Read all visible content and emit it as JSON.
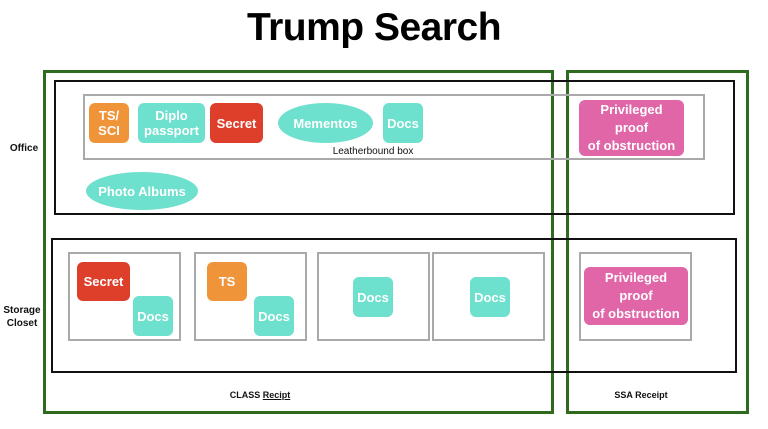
{
  "title": "Trump Search",
  "rows": {
    "office": "Office",
    "storage_closet": "Storage\nCloset"
  },
  "colors": {
    "green_border": "#2f6b1e",
    "orange": "#f0943a",
    "teal": "#6ee0ce",
    "red": "#dd3f2b",
    "pink": "#e066a8",
    "grey_border": "#a9a9a9"
  },
  "office": {
    "leatherbound_box_label": "Leatherbound box",
    "items": {
      "ts_sci": "TS/\nSCI",
      "diplo_passport": "Diplo\npassport",
      "secret": "Secret",
      "mementos": "Mementos",
      "docs": "Docs",
      "photo_albums": "Photo Albums",
      "privileged": "Privileged proof\nof obstruction"
    }
  },
  "storage": {
    "box1": {
      "secret": "Secret",
      "docs": "Docs"
    },
    "box2": {
      "ts": "TS",
      "docs": "Docs"
    },
    "box3": {
      "docs": "Docs"
    },
    "box4": {
      "docs": "Docs"
    },
    "privileged": "Privileged proof\nof obstruction"
  },
  "footer": {
    "class_prefix": "CLASS ",
    "class_underlined": "Recipt",
    "ssa_receipt": "SSA Receipt"
  }
}
